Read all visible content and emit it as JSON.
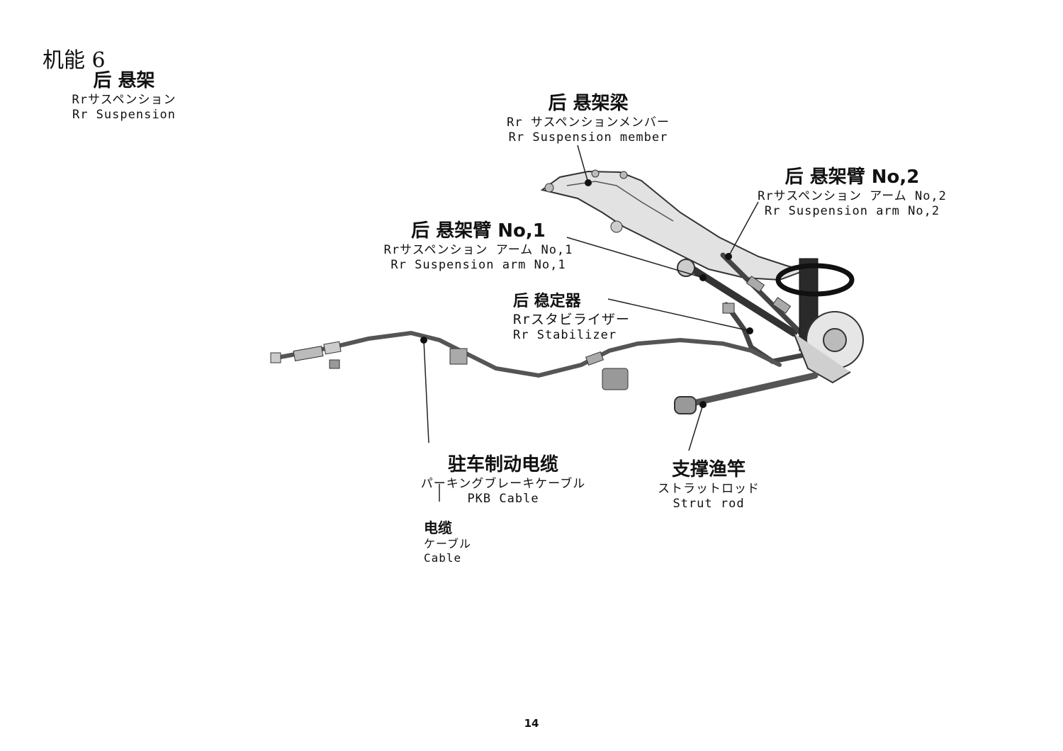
{
  "chapter": "机能 6",
  "section": {
    "zh": "后 悬架",
    "ja": "Rrサスペンション",
    "en": "Rr Suspension"
  },
  "labels": {
    "member": {
      "zh": "后 悬架梁",
      "ja": "Rr サスペンションメンバー",
      "en": "Rr Suspension member"
    },
    "arm2": {
      "zh": "后 悬架臂 No,2",
      "ja": "Rrサスペンション アーム No,2",
      "en": "Rr Suspension arm No,2"
    },
    "arm1": {
      "zh": "后 悬架臂 No,1",
      "ja": "Rrサスペンション アーム No,1",
      "en": "Rr Suspension arm No,1"
    },
    "stabilizer": {
      "zh": "后 稳定器",
      "ja": "Rrスタビライザー",
      "en": "Rr Stabilizer"
    },
    "pkb": {
      "zh": "驻车制动电缆",
      "ja": "パーキングブレーキケーブル",
      "en": "PKB Cable"
    },
    "strut": {
      "zh": "支撑渔竿",
      "ja": "ストラットロッド",
      "en": "Strut rod"
    },
    "cable": {
      "zh": "电缆",
      "ja": "ケーブル",
      "en": "Cable"
    }
  },
  "page_number": "14",
  "colors": {
    "line": "#222222",
    "part_fill": "#d8d8d8",
    "part_stroke": "#333333"
  }
}
